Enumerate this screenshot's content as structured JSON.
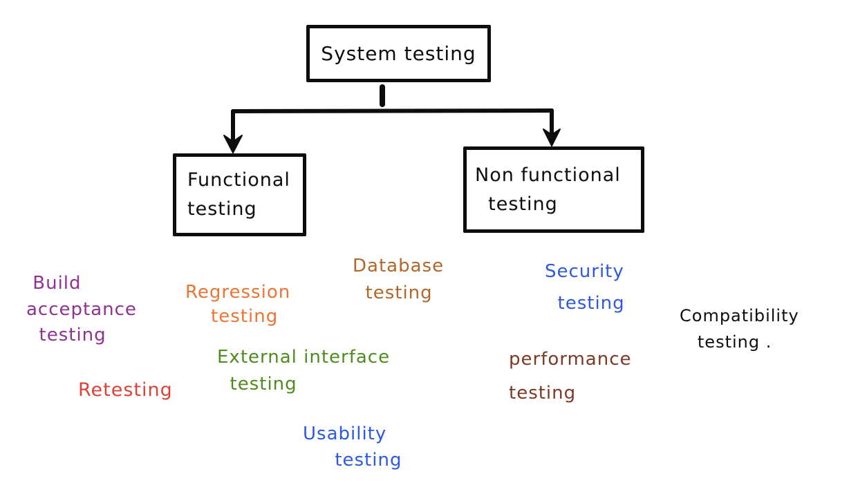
{
  "diagram": {
    "title": "System testing types hand-drawn flowchart",
    "root": {
      "label": "System testing"
    },
    "branches": {
      "functional": {
        "label": "Functional\ntesting"
      },
      "non_functional": {
        "label": "Non functional\n  testing"
      }
    },
    "labels": {
      "build_acceptance": {
        "text": " Build\nacceptance\n  testing",
        "color": "#8f3392"
      },
      "regression": {
        "text": "Regression\n    testing",
        "color": "#ee7531"
      },
      "database": {
        "text": "Database\n  testing",
        "color": "#b2672a"
      },
      "security": {
        "text": "Security\n  testing",
        "color": "#2d59e0"
      },
      "compatibility": {
        "text": "Compatibility\n   testing .",
        "color": "#0d0d0d"
      },
      "retesting": {
        "text": "Retesting",
        "color": "#da4338"
      },
      "external_interface": {
        "text": "External interface\n  testing",
        "color": "#4f8c20"
      },
      "performance": {
        "text": "performance\ntesting",
        "color": "#7c3a23"
      },
      "usability": {
        "text": "Usability\n     testing",
        "color": "#2d59e0"
      }
    },
    "ink_color": "#0d0d0d"
  }
}
